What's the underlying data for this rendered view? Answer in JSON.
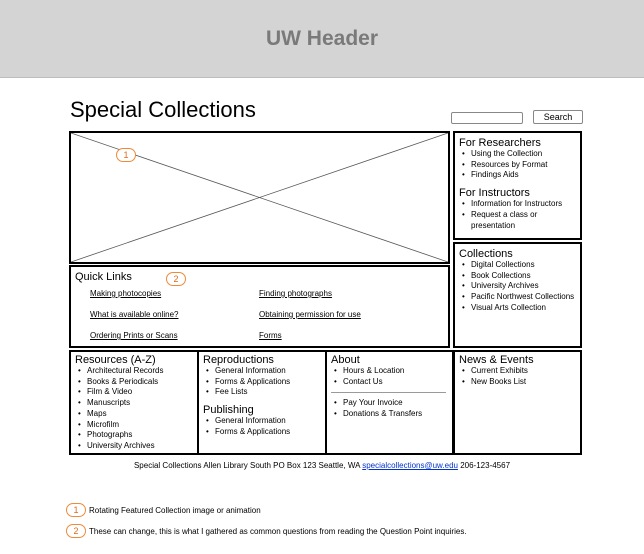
{
  "header": {
    "title": "UW Header"
  },
  "page_title": "Special Collections",
  "search": {
    "placeholder": "",
    "button_label": "Search"
  },
  "featured": {
    "marker": "1"
  },
  "for_researchers": {
    "title": "For Researchers",
    "items": [
      "Using the Collection",
      "Resources by Format",
      "Findings Aids"
    ]
  },
  "for_instructors": {
    "title": "For Instructors",
    "items": [
      "Information for Instructors",
      "Request a class or presentation"
    ]
  },
  "collections": {
    "title": "Collections",
    "items": [
      "Digital Collections",
      "Book Collections",
      "University Archives",
      "Pacific Northwest Collections",
      "Visual Arts Collection"
    ]
  },
  "quick_links": {
    "title": "Quick Links",
    "marker": "2",
    "links": [
      "Making photocopies",
      "Finding photographs",
      "What is available online?",
      "Obtaining permission for use",
      "Ordering Prints or Scans",
      "Forms"
    ]
  },
  "resources": {
    "title": "Resources (A-Z)",
    "items": [
      "Architectural Records",
      "Books & Periodicals",
      "Film & Video",
      "Manuscripts",
      "Maps",
      "Microfilm",
      "Photographs",
      "University Archives"
    ]
  },
  "reproductions": {
    "title": "Reproductions",
    "items": [
      "General Information",
      "Forms & Applications",
      "Fee Lists"
    ]
  },
  "publishing": {
    "title": "Publishing",
    "items": [
      "General Information",
      "Forms & Applications"
    ]
  },
  "about": {
    "title": "About",
    "items": [
      "Hours & Location",
      "Contact Us"
    ],
    "items2": [
      "Pay Your Invoice",
      "Donations & Transfers"
    ]
  },
  "news": {
    "title": "News & Events",
    "items": [
      "Current Exhibits",
      "New Books List"
    ]
  },
  "footer": {
    "address": "Special Collections Allen Library South PO Box 123 Seattle, WA",
    "email": "specialcollections@uw.edu",
    "phone": "206-123-4567"
  },
  "notes": [
    {
      "marker": "1",
      "text": "Rotating Featured Collection image or animation"
    },
    {
      "marker": "2",
      "text": "These can change, this is what I gathered  as common questions from reading the Question Point inquiries."
    }
  ],
  "colors": {
    "header_bg": "#d4d4d4",
    "marker": "#ee8a3a",
    "link": "#0033cc"
  }
}
